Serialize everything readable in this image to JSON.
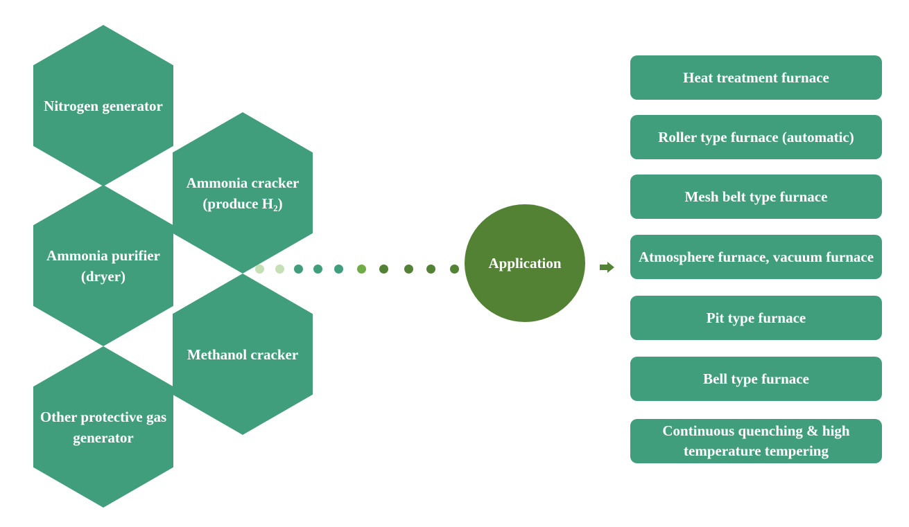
{
  "colors": {
    "hex_fill": "#409E7C",
    "box_fill": "#409E7C",
    "center_fill": "#548235",
    "arrow": "#548235",
    "dots": [
      "#C5E0B4",
      "#C5E0B4",
      "#409E7C",
      "#409E7C",
      "#409E7C",
      "#70AD47",
      "#548235",
      "#548235",
      "#548235",
      "#548235"
    ]
  },
  "sources": [
    {
      "label": "Nitrogen generator"
    },
    {
      "label": "Ammonia cracker (produce H",
      "sub": "2",
      "suffix": ")"
    },
    {
      "label": "Ammonia purifier (dryer)"
    },
    {
      "label": "Methanol cracker"
    },
    {
      "label": "Other protective gas generator"
    }
  ],
  "center": {
    "label": "Application"
  },
  "arrow_icon": "right-arrow-icon",
  "applications": [
    {
      "label": "Heat treatment furnace"
    },
    {
      "label": "Roller type furnace (automatic)"
    },
    {
      "label": "Mesh belt type furnace"
    },
    {
      "label": "Atmosphere furnace, vacuum furnace"
    },
    {
      "label": "Pit type furnace"
    },
    {
      "label": "Bell type furnace"
    },
    {
      "label": "Continuous quenching & high temperature tempering"
    }
  ]
}
